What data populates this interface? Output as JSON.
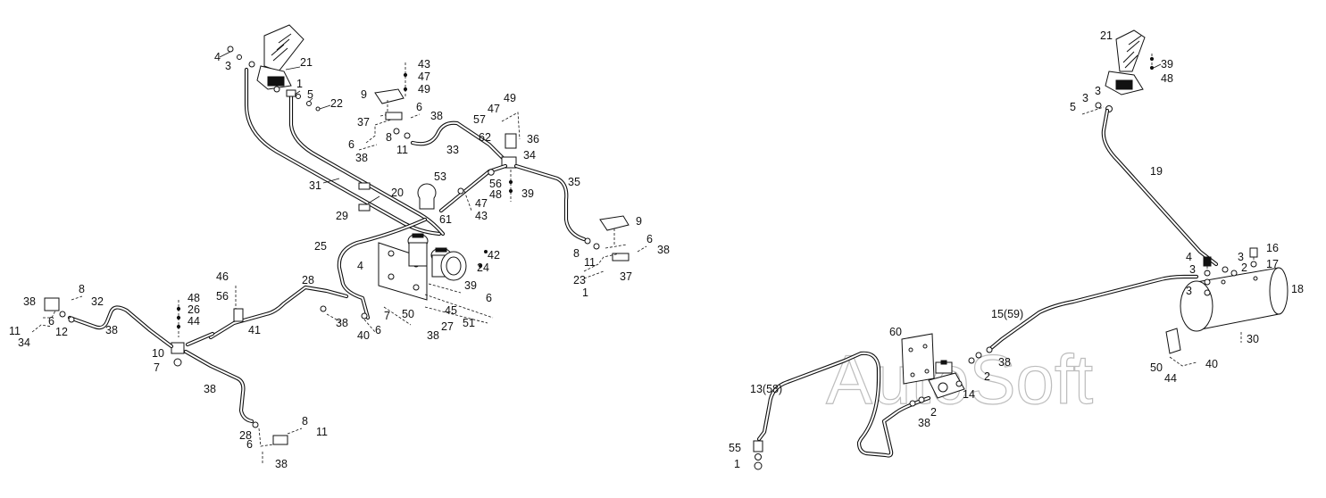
{
  "watermark": "AutoSoft",
  "left_assembly": {
    "labels": [
      "4",
      "3",
      "21",
      "1",
      "5",
      "22",
      "43",
      "47",
      "49",
      "9",
      "6",
      "37",
      "38",
      "8",
      "6",
      "11",
      "38",
      "33",
      "57",
      "47",
      "49",
      "62",
      "36",
      "34",
      "31",
      "20",
      "53",
      "56",
      "48",
      "47",
      "39",
      "43",
      "35",
      "29",
      "61",
      "9",
      "25",
      "8",
      "11",
      "6",
      "37",
      "38",
      "23",
      "1",
      "4",
      "24",
      "42",
      "39",
      "46",
      "48",
      "56",
      "26",
      "44",
      "28",
      "6",
      "38",
      "8",
      "32",
      "6",
      "38",
      "11",
      "34",
      "12",
      "10",
      "7",
      "41",
      "38",
      "7",
      "50",
      "40",
      "45",
      "51",
      "38",
      "27",
      "6",
      "38",
      "8",
      "11",
      "28",
      "6",
      "38"
    ]
  },
  "right_assembly": {
    "labels": [
      "21",
      "39",
      "48",
      "3",
      "5",
      "3",
      "19",
      "16",
      "17",
      "4",
      "3",
      "2",
      "3",
      "3",
      "18",
      "15(59)",
      "60",
      "38",
      "2",
      "14",
      "2",
      "38",
      "13(58)",
      "30",
      "50",
      "40",
      "44",
      "55",
      "1"
    ]
  }
}
